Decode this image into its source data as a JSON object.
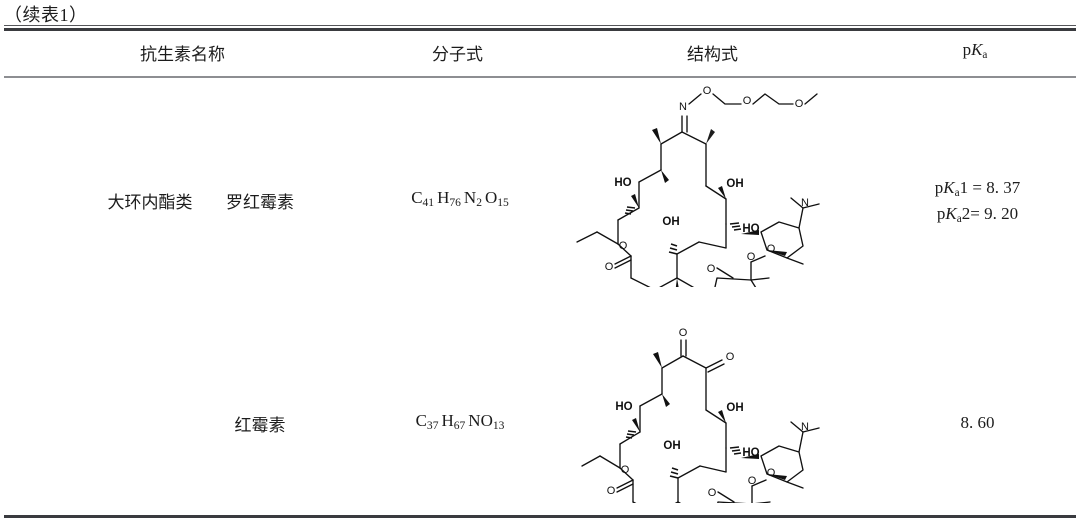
{
  "document": {
    "caption": "（续表1）"
  },
  "table": {
    "headers": [
      {
        "id": "antibiotic-name",
        "label": "抗生素名称"
      },
      {
        "id": "molecular-formula",
        "label": "分子式"
      },
      {
        "id": "structural-formula",
        "label": "结构式"
      },
      {
        "id": "pka",
        "label_plain": "pKa",
        "label_prefix": "p",
        "label_italic": "K",
        "label_sub": "a"
      }
    ],
    "rows": [
      {
        "class_name": "大环内酯类",
        "drug_name": "罗红霉素",
        "formula_parts": [
          {
            "el": "C",
            "sub": "41"
          },
          {
            "el": "H",
            "sub": "76"
          },
          {
            "el": "N",
            "sub": "2"
          },
          {
            "el": "O",
            "sub": "15"
          }
        ],
        "structure_name": "roxithromycin-structure",
        "pka_lines": [
          {
            "prefix": "p",
            "italic": "K",
            "sub": "a",
            "index": "1",
            "eq": "= 8. 37"
          },
          {
            "prefix": "p",
            "italic": "K",
            "sub": "a",
            "index": "2",
            "eq": "= 9. 20"
          }
        ],
        "pka_values": [
          8.37,
          9.2
        ]
      },
      {
        "class_name": "",
        "drug_name": "红霉素",
        "formula_parts": [
          {
            "el": "C",
            "sub": "37"
          },
          {
            "el": "H",
            "sub": "67"
          },
          {
            "el": "N",
            "sub": ""
          },
          {
            "el": "O",
            "sub": "13"
          }
        ],
        "structure_name": "erythromycin-structure",
        "pka_lines": [
          {
            "prefix": "",
            "italic": "",
            "sub": "",
            "index": "",
            "eq": "8. 60"
          }
        ],
        "pka_values": [
          8.6
        ]
      }
    ]
  },
  "structure_labels": {
    "oxygen": "O",
    "nitrogen": "N",
    "hydroxyl_left": "HO",
    "hydroxyl_right": "OH"
  },
  "colors": {
    "rule_dark": "#3a3b3f",
    "rule_light": "#8d8e92",
    "text": "#1c1c1c",
    "background": "#ffffff"
  }
}
